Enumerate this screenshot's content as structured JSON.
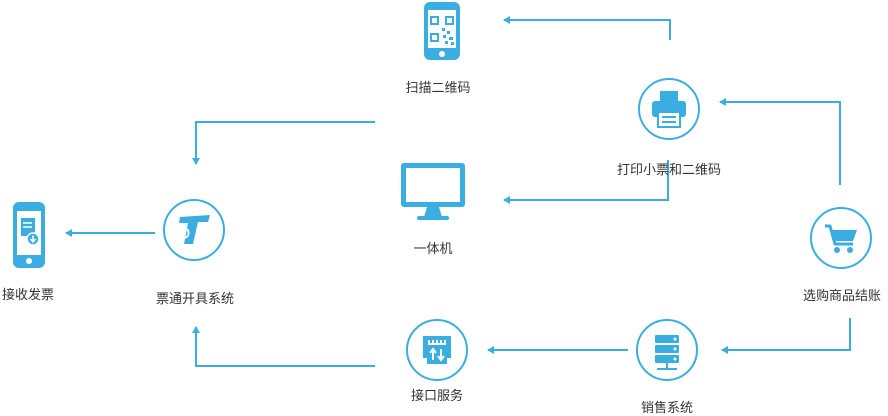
{
  "colors": {
    "accent": "#3aaee0",
    "text": "#333333"
  },
  "nodes": [
    {
      "id": "scan",
      "label": "扫描二维码",
      "icon": "qr-phone-icon"
    },
    {
      "id": "print",
      "label": "打印小票和二维码",
      "icon": "printer-icon"
    },
    {
      "id": "kiosk",
      "label": "一体机",
      "icon": "monitor-icon"
    },
    {
      "id": "invoice",
      "label": "票通开具系统",
      "icon": "invoice-logo-icon"
    },
    {
      "id": "receive",
      "label": "接收发票",
      "icon": "phone-download-icon"
    },
    {
      "id": "checkout",
      "label": "选购商品结账",
      "icon": "shopping-cart-icon"
    },
    {
      "id": "sales",
      "label": "销售系统",
      "icon": "server-icon"
    },
    {
      "id": "api",
      "label": "接口服务",
      "icon": "network-port-icon"
    }
  ]
}
